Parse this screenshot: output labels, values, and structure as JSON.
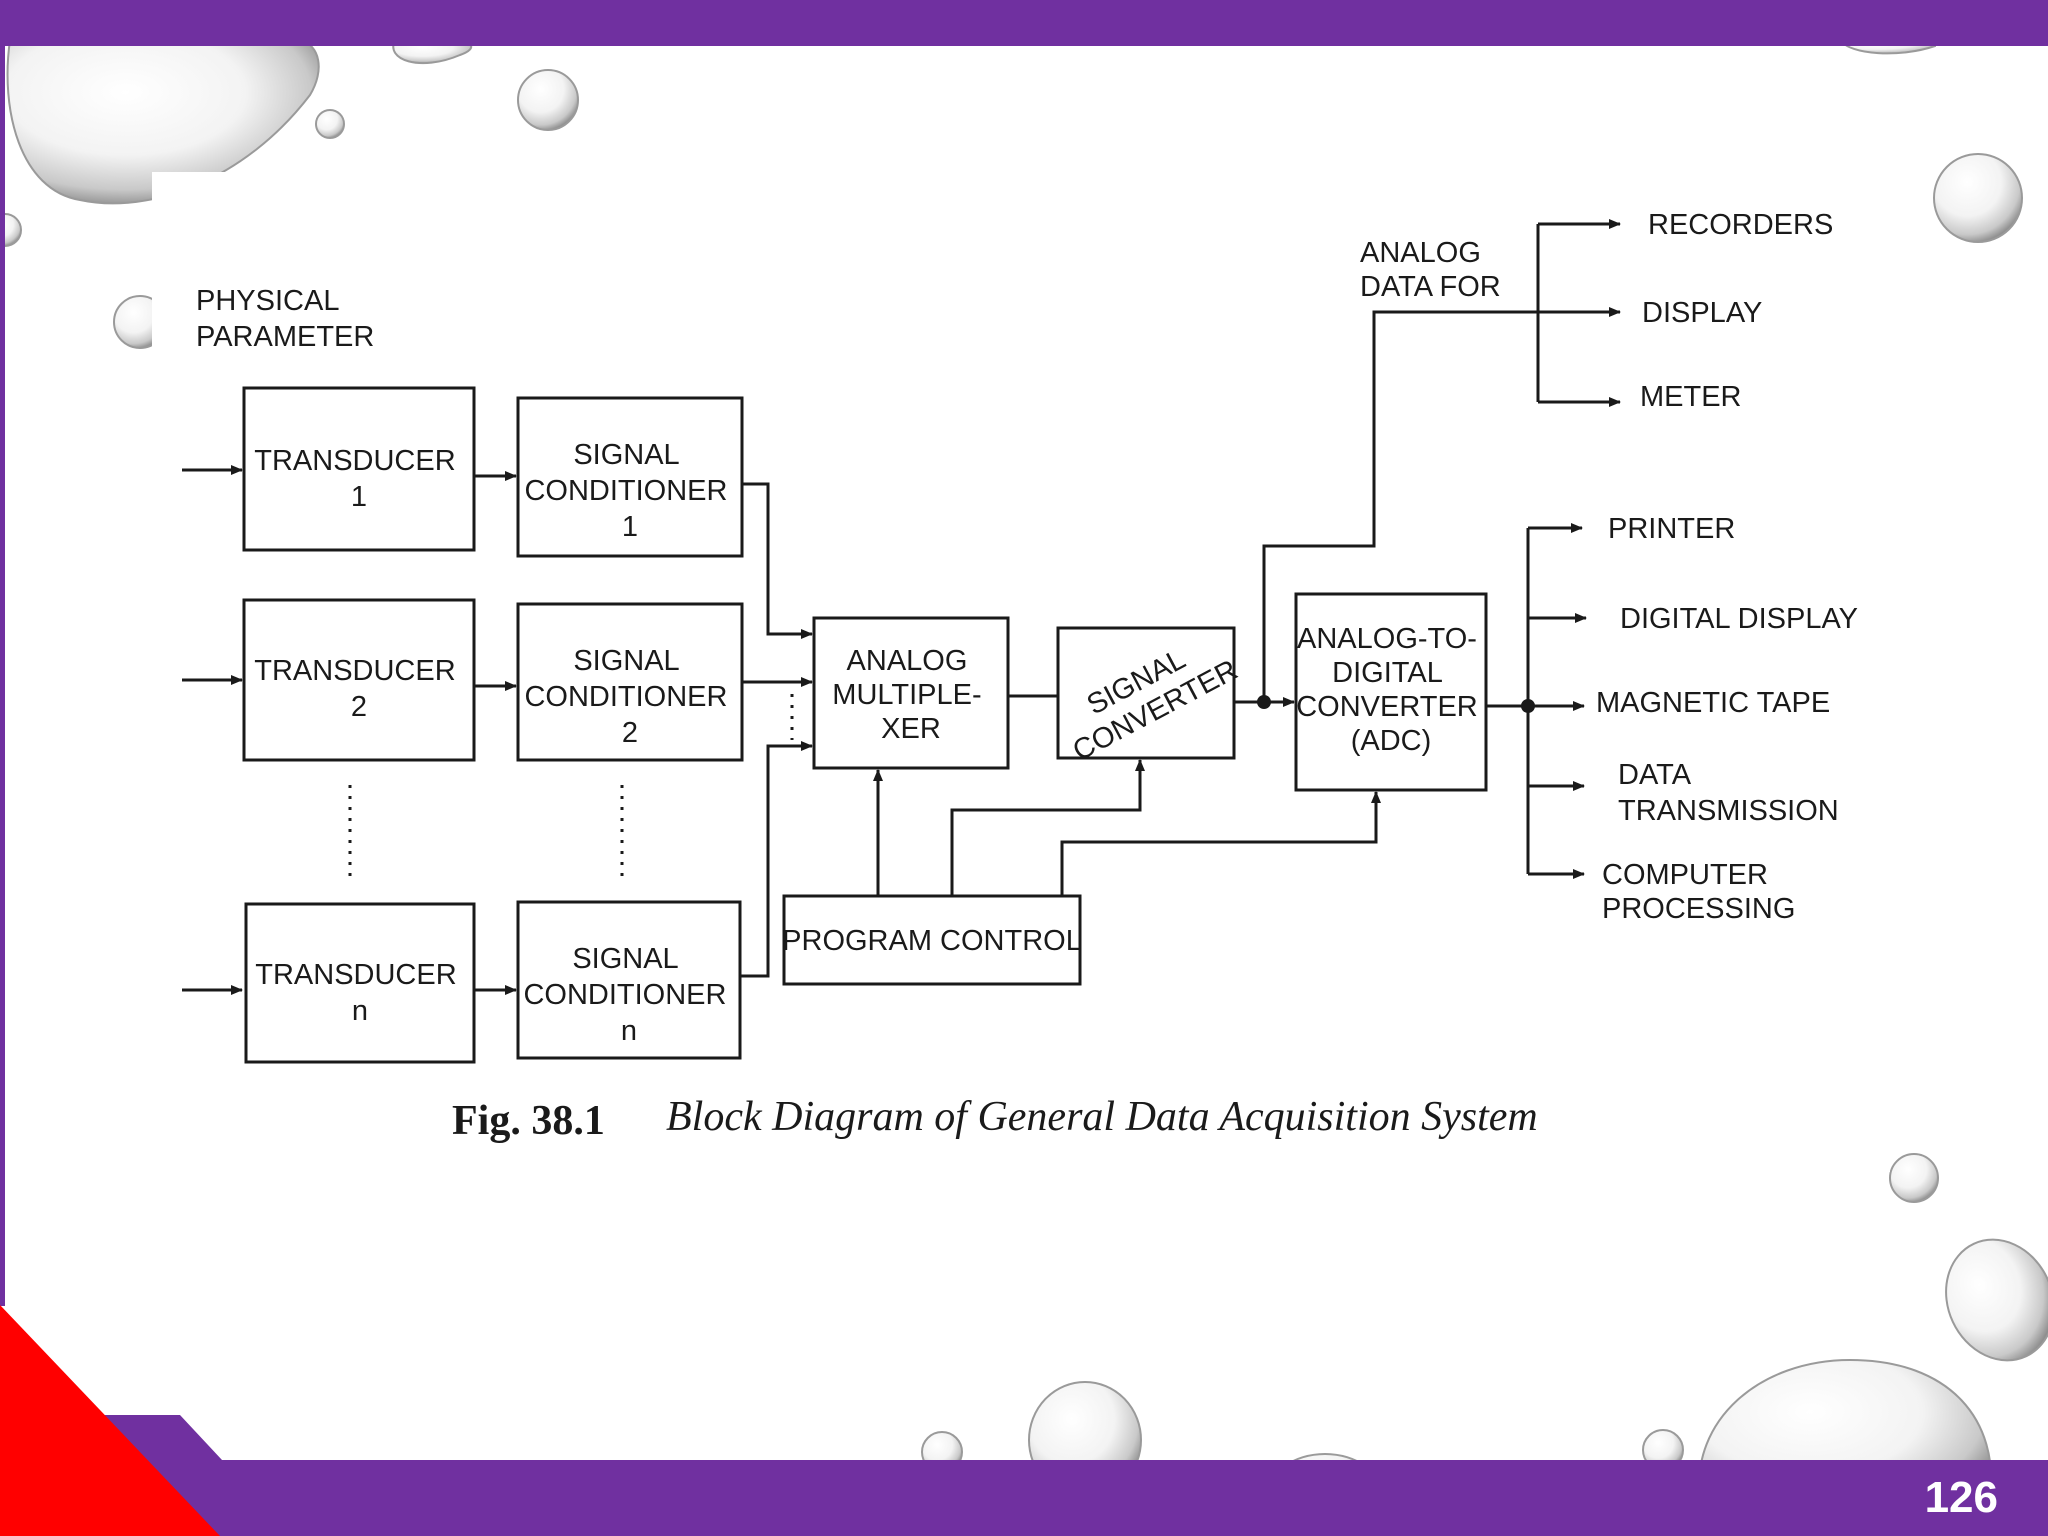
{
  "theme": {
    "bar_color": "#7030a0",
    "accent_red": "#ff0000",
    "page_number_color": "#ffffff"
  },
  "slide": {
    "page_number": "126"
  },
  "diagram": {
    "input_label": [
      "PHYSICAL",
      "PARAMETER"
    ],
    "transducers": [
      {
        "line1": "TRANSDUCER",
        "line2": "1"
      },
      {
        "line1": "TRANSDUCER",
        "line2": "2"
      },
      {
        "line1": "TRANSDUCER",
        "line2": "n"
      }
    ],
    "conditioners": [
      {
        "line1": "SIGNAL",
        "line2": "CONDITIONER",
        "line3": "1"
      },
      {
        "line1": "SIGNAL",
        "line2": "CONDITIONER",
        "line3": "2"
      },
      {
        "line1": "SIGNAL",
        "line2": "CONDITIONER",
        "line3": "n"
      }
    ],
    "multiplexer": [
      "ANALOG",
      "MULTIPLE-",
      "XER"
    ],
    "signal_converter": [
      "SIGNAL",
      "CONVERTER"
    ],
    "adc": [
      "ANALOG-TO-",
      "DIGITAL",
      "CONVERTER",
      "(ADC)"
    ],
    "program_control": "PROGRAM CONTROL",
    "analog_data_label": [
      "ANALOG",
      "DATA FOR"
    ],
    "analog_outputs": [
      "RECORDERS",
      "DISPLAY",
      "METER"
    ],
    "digital_outputs": [
      [
        "PRINTER"
      ],
      [
        "DIGITAL DISPLAY"
      ],
      [
        "MAGNETIC TAPE"
      ],
      [
        "DATA",
        "TRANSMISSION"
      ],
      [
        "COMPUTER",
        "PROCESSING"
      ]
    ],
    "caption_fig": "Fig. 38.1",
    "caption_title": "Block Diagram of General Data Acquisition System"
  }
}
